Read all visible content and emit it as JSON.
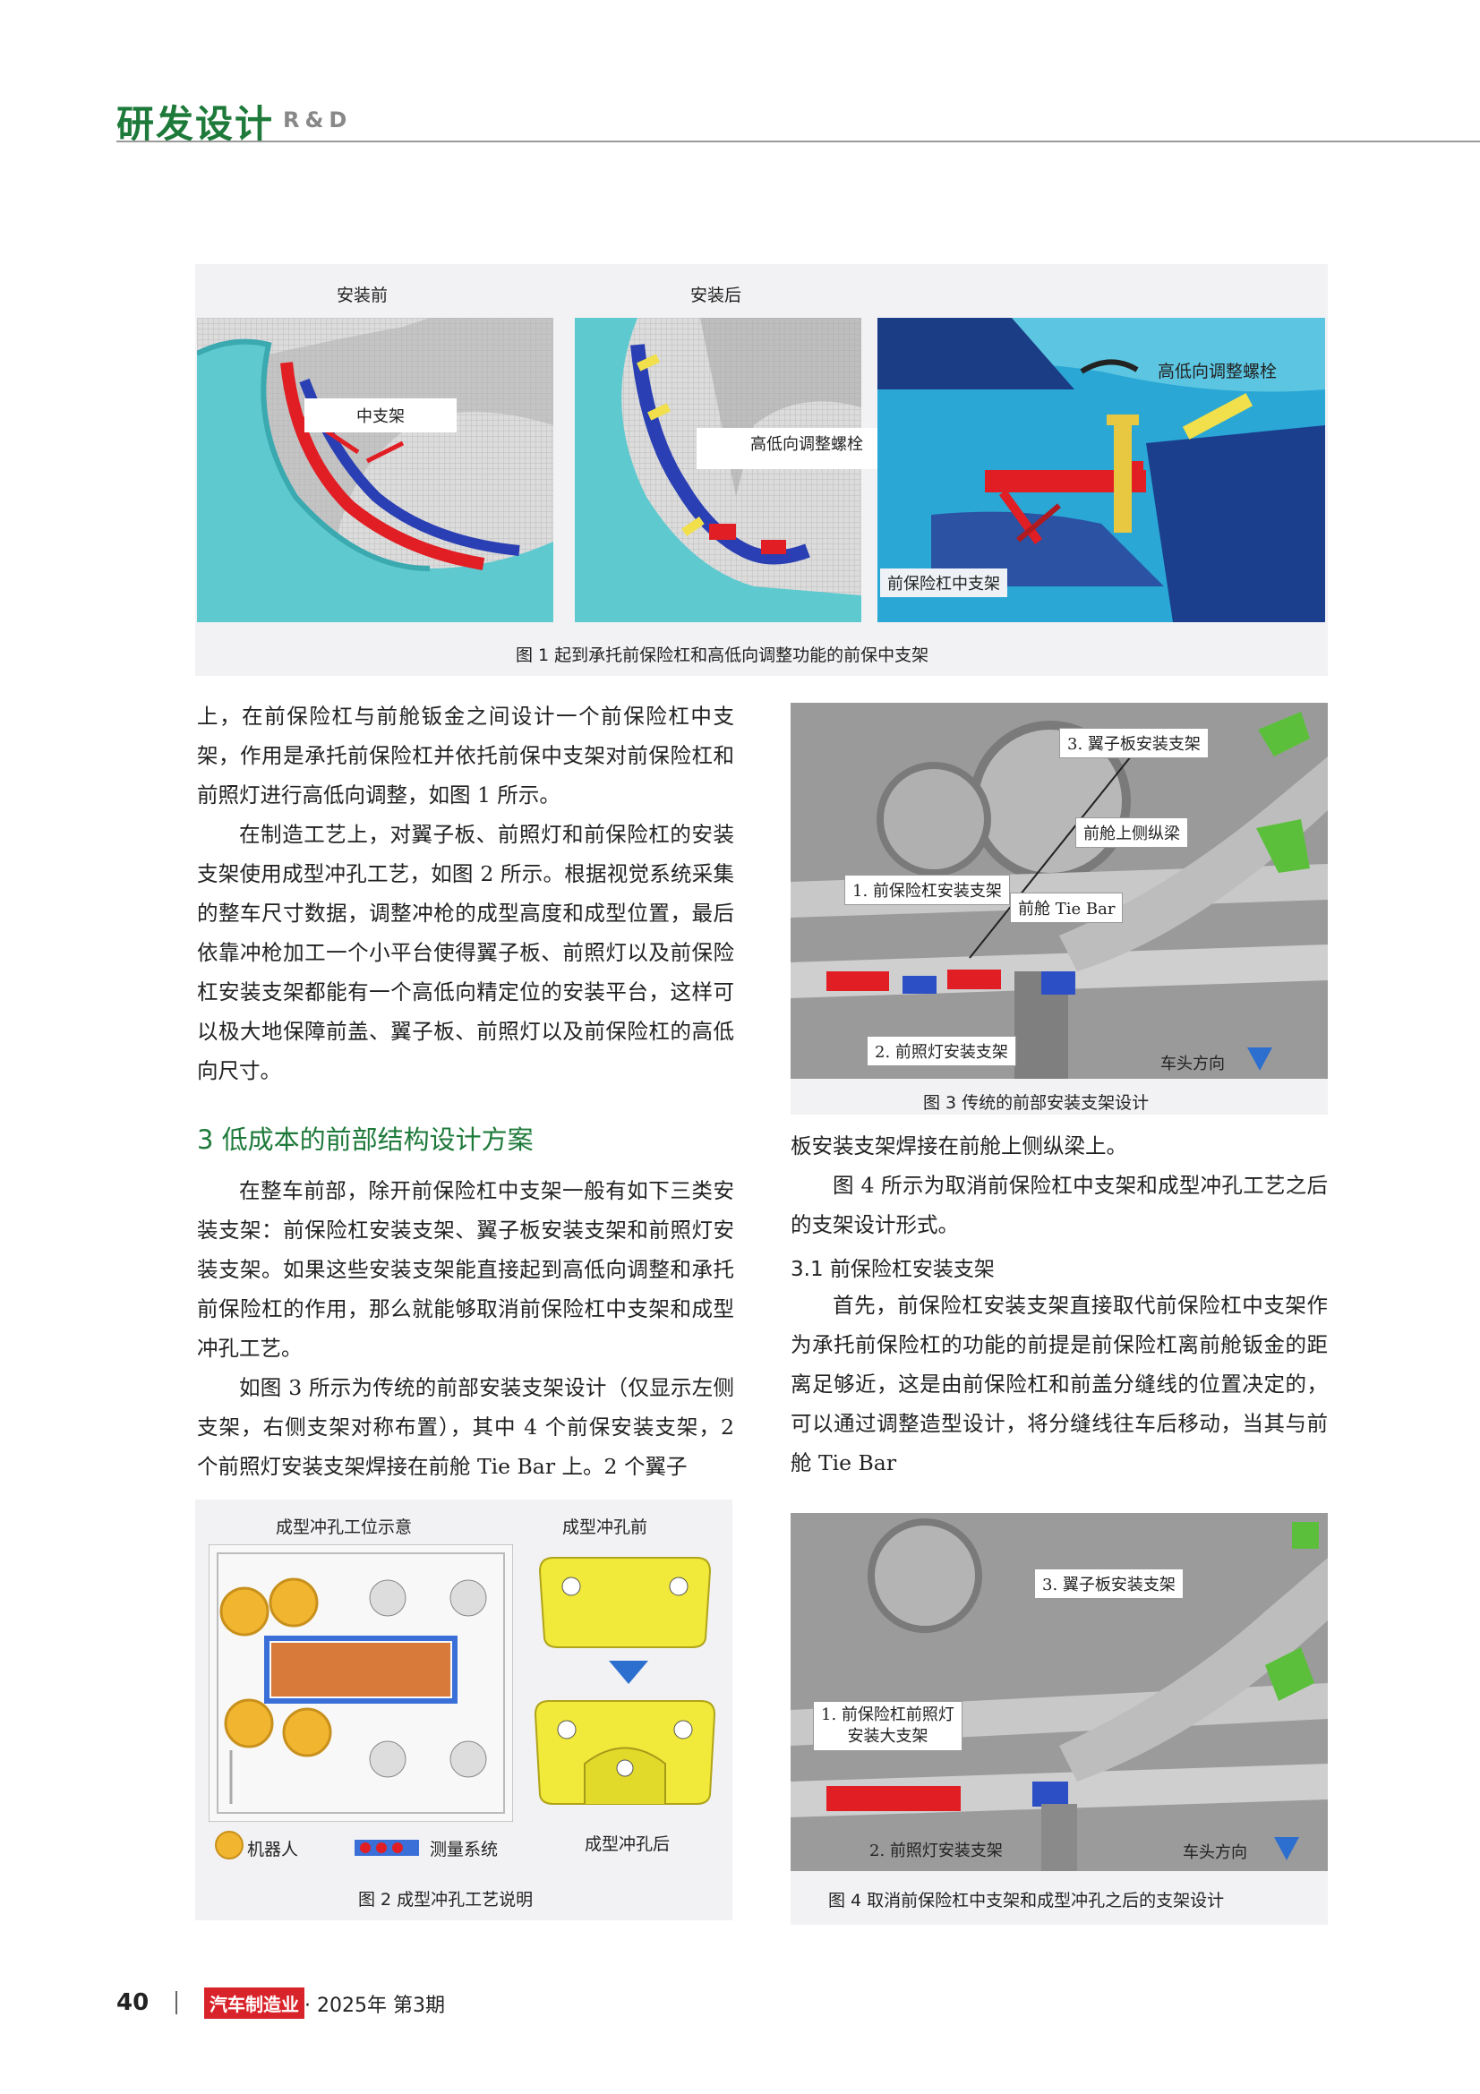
{
  "header": {
    "title": "研发设计",
    "subtitle": "R&D"
  },
  "fig1": {
    "label_before": "安装前",
    "label_after": "安装后",
    "tag_mid_bracket": "中支架",
    "tag_adjust_bolt_mid": "高低向调整螺栓",
    "tag_adjust_bolt_right": "高低向调整螺栓",
    "tag_front_bumper_mid_bracket": "前保险杠中支架",
    "caption": "图 1   起到承托前保险杠和高低向调整功能的前保中支架"
  },
  "col1": {
    "para1": "上，在前保险杠与前舱钣金之间设计一个前保险杠中支架，作用是承托前保险杠并依托前保中支架对前保险杠和前照灯进行高低向调整，如图 1 所示。",
    "para2": "在制造工艺上，对翼子板、前照灯和前保险杠的安装支架使用成型冲孔工艺，如图 2 所示。根据视觉系统采集的整车尺寸数据，调整冲枪的成型高度和成型位置，最后依靠冲枪加工一个小平台使得翼子板、前照灯以及前保险杠安装支架都能有一个高低向精定位的安装平台，这样可以极大地保障前盖、翼子板、前照灯以及前保险杠的高低向尺寸。",
    "section_title": "3   低成本的前部结构设计方案",
    "para3": "在整车前部，除开前保险杠中支架一般有如下三类安装支架：前保险杠安装支架、翼子板安装支架和前照灯安装支架。如果这些安装支架能直接起到高低向调整和承托前保险杠的作用，那么就能够取消前保险杠中支架和成型冲孔工艺。",
    "para4": "如图 3 所示为传统的前部安装支架设计（仅显示左侧支架，右侧支架对称布置），其中 4 个前保安装支架，2 个前照灯安装支架焊接在前舱 Tie Bar 上。2 个翼子"
  },
  "fig2": {
    "title_left": "成型冲孔工位示意",
    "title_before": "成型冲孔前",
    "title_after": "成型冲孔后",
    "legend_robot": "机器人",
    "legend_measure": "测量系统",
    "caption": "图 2   成型冲孔工艺说明"
  },
  "fig3": {
    "tag_fender": "3. 翼子板安装支架",
    "tag_upper_rail": "前舱上侧纵梁",
    "tag_bumper": "1. 前保险杠安装支架",
    "tag_tiebar": "前舱 Tie Bar",
    "tag_headlamp": "2. 前照灯安装支架",
    "tag_direction": "车头方向",
    "caption": "图 3   传统的前部安装支架设计"
  },
  "col2": {
    "para1": "板安装支架焊接在前舱上侧纵梁上。",
    "para2": "图 4 所示为取消前保险杠中支架和成型冲孔工艺之后的支架设计形式。",
    "subsection_title": "3.1   前保险杠安装支架",
    "para3": "首先，前保险杠安装支架直接取代前保险杠中支架作为承托前保险杠的功能的前提是前保险杠离前舱钣金的距离足够近，这是由前保险杠和前盖分缝线的位置决定的，可以通过调整造型设计，将分缝线往车后移动，当其与前舱 Tie Bar"
  },
  "fig4": {
    "tag_fender": "3. 翼子板安装支架",
    "tag_big_bracket_l1": "1. 前保险杠前照灯",
    "tag_big_bracket_l2": "安装大支架",
    "tag_headlamp": "2. 前照灯安装支架",
    "tag_direction": "车头方向",
    "caption": "图 4   取消前保险杠中支架和成型冲孔之后的支架设计"
  },
  "footer": {
    "page": "40",
    "magazine": "汽车制造业",
    "issue": "· 2025年  第3期"
  }
}
